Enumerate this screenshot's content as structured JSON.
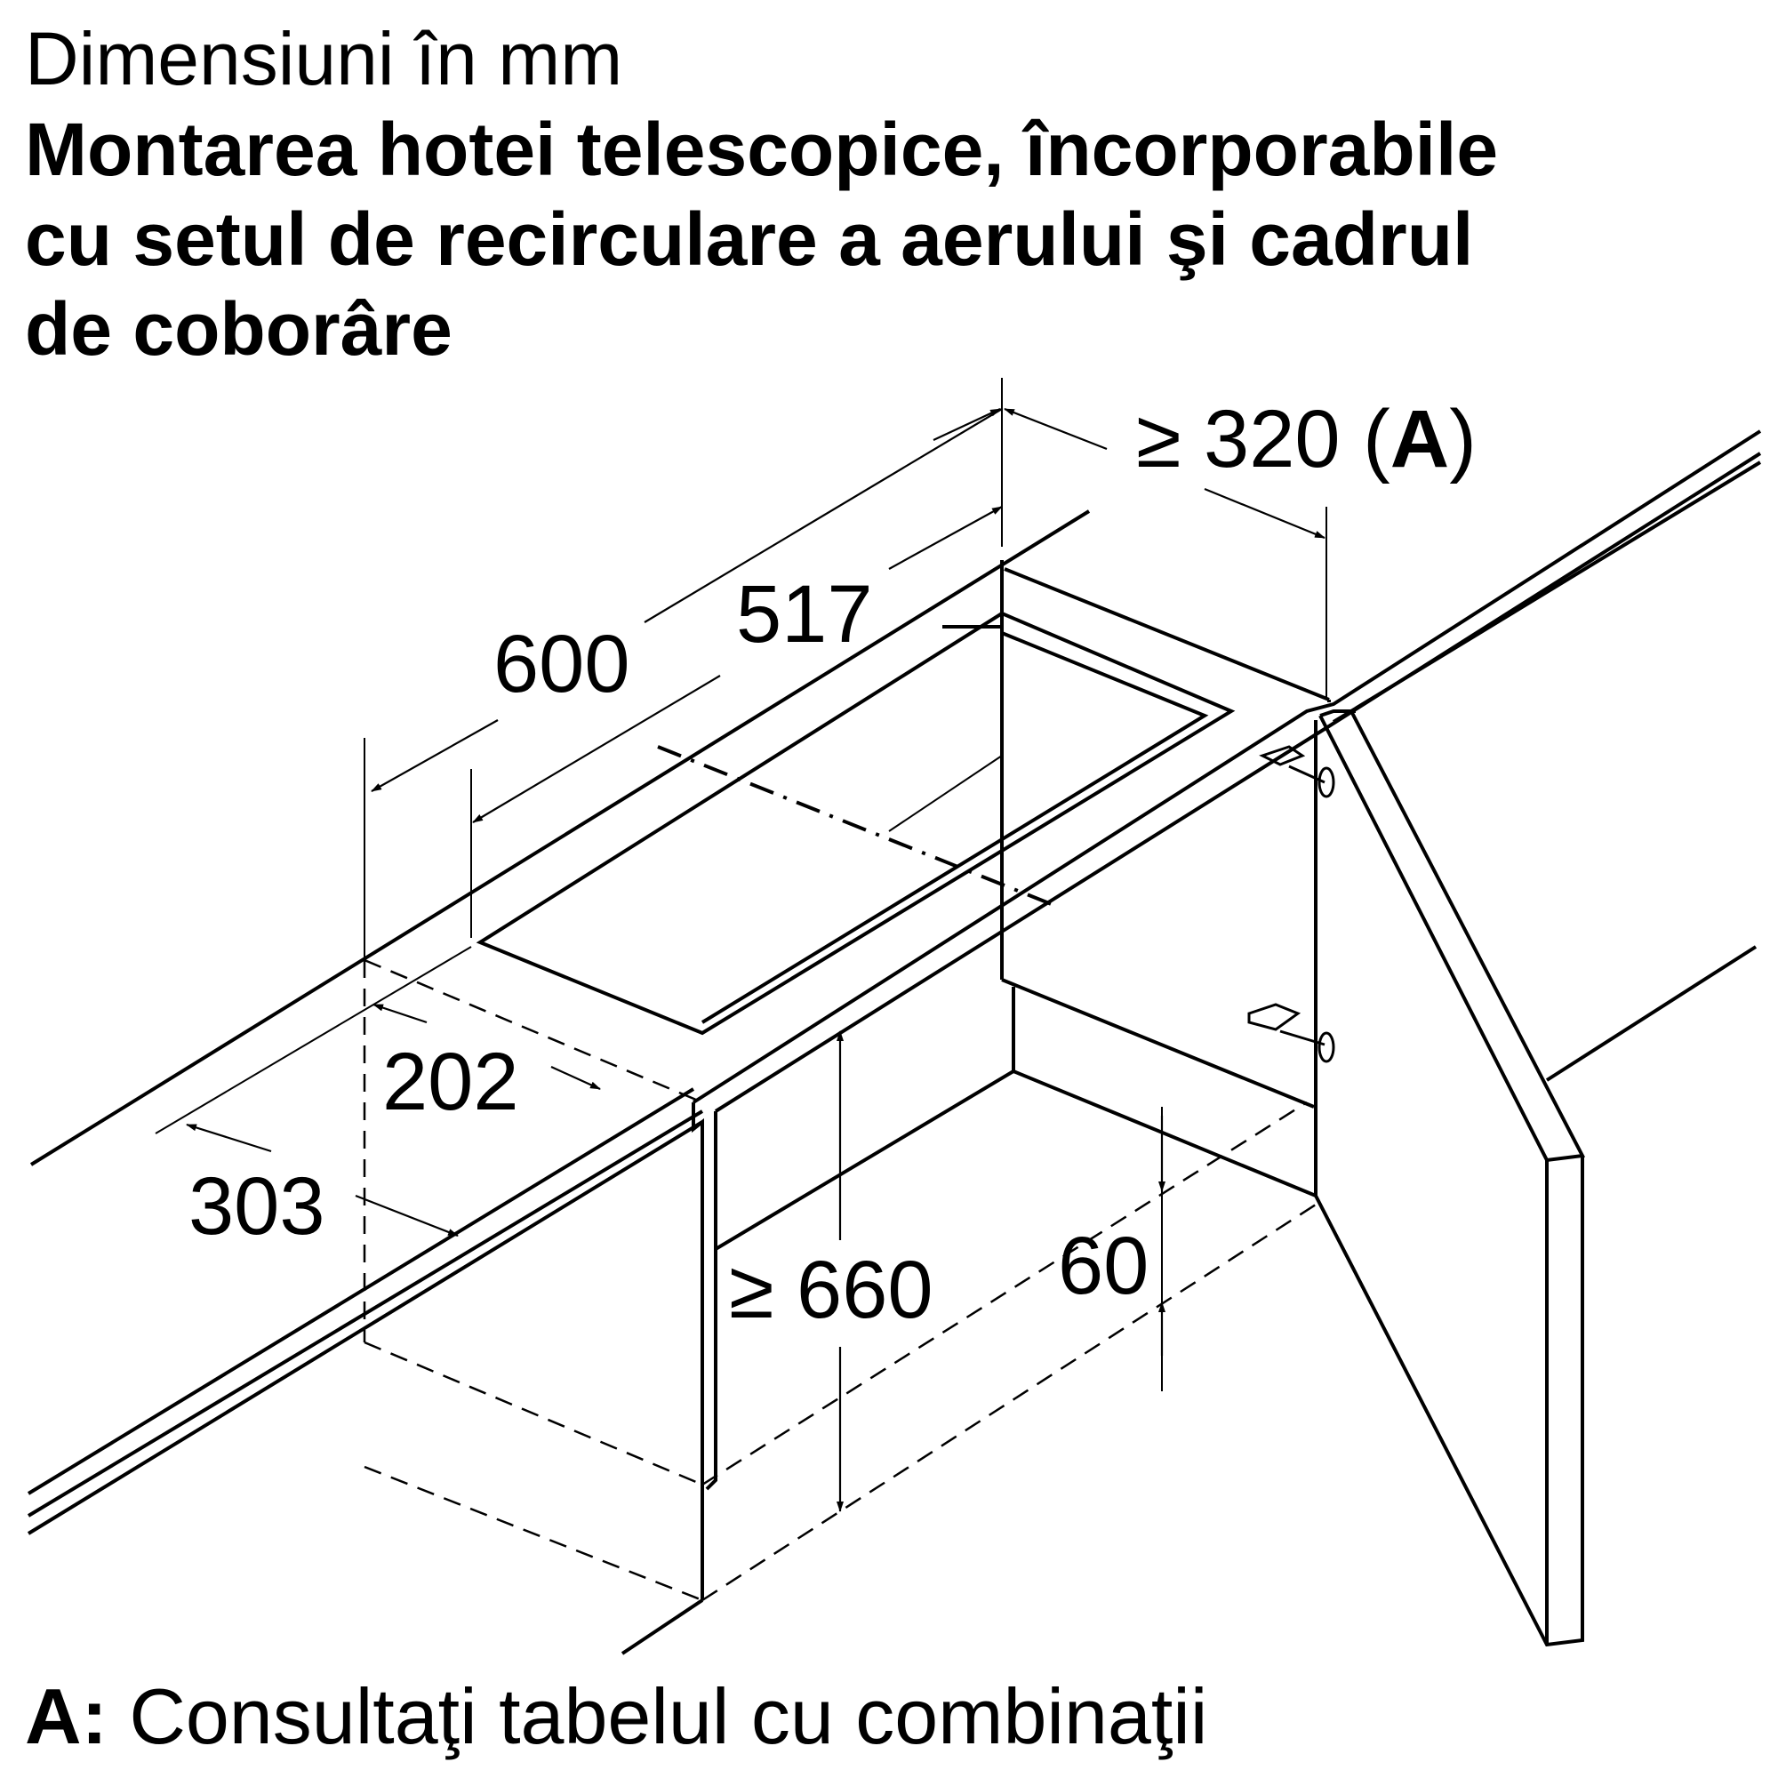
{
  "header": {
    "units_label": "Dimensiuni în mm",
    "title_lines": [
      "Montarea hotei telescopice, încorporabile",
      "cu setul de recirculare a aerului şi cadrul",
      "de coborâre"
    ]
  },
  "dimensions": {
    "depth_overall": "600",
    "depth_cutout": "517",
    "min_height_prefix": "≥ 320 (",
    "min_height_ref": "A",
    "min_height_suffix": ")",
    "cutout_offset": "202",
    "front_offset": "303",
    "clearance": "≥ 660",
    "lowering": "60"
  },
  "footnote": {
    "label": "A:",
    "text": "Consultaţi tabelul cu combinaţii"
  }
}
